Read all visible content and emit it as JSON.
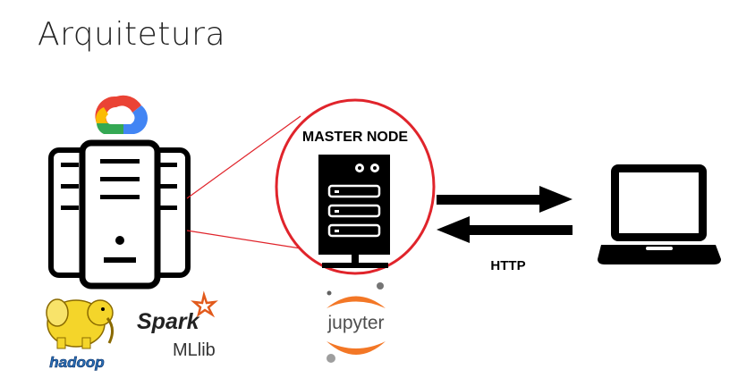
{
  "slide": {
    "title": "Arquitetura"
  },
  "master": {
    "label": "MASTER NODE"
  },
  "link": {
    "label": "HTTP"
  },
  "logos": {
    "spark": "Spark",
    "mllib": "MLlib",
    "jupyter": "jupyter",
    "hadoop": "hadoop"
  },
  "colors": {
    "ring": "#e0242b",
    "connector": "#e0242b",
    "ink": "#000000",
    "jupyter_orange": "#f37726",
    "hadoop_yellow": "#f4d52a",
    "hadoop_blue": "#2a6fb6",
    "gcp_red": "#ea4335",
    "gcp_blue": "#4285f4",
    "gcp_yellow": "#fbbc05",
    "gcp_green": "#34a853"
  }
}
